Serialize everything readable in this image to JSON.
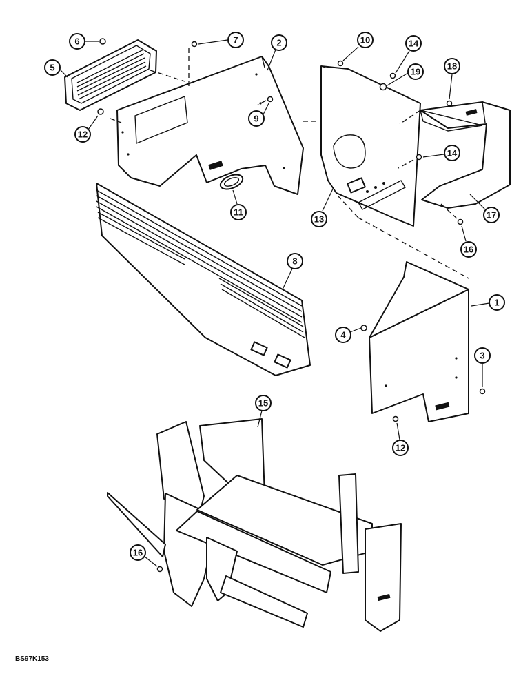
{
  "figure_code": "BS97K153",
  "callouts": [
    {
      "id": "c6",
      "label": "6"
    },
    {
      "id": "c5",
      "label": "5"
    },
    {
      "id": "c12a",
      "label": "12"
    },
    {
      "id": "c7",
      "label": "7"
    },
    {
      "id": "c2",
      "label": "2"
    },
    {
      "id": "c9",
      "label": "9"
    },
    {
      "id": "c11",
      "label": "11"
    },
    {
      "id": "c10",
      "label": "10"
    },
    {
      "id": "c14a",
      "label": "14"
    },
    {
      "id": "c19",
      "label": "19"
    },
    {
      "id": "c18",
      "label": "18"
    },
    {
      "id": "c14b",
      "label": "14"
    },
    {
      "id": "c13",
      "label": "13"
    },
    {
      "id": "c17",
      "label": "17"
    },
    {
      "id": "c16a",
      "label": "16"
    },
    {
      "id": "c8",
      "label": "8"
    },
    {
      "id": "c1",
      "label": "1"
    },
    {
      "id": "c4",
      "label": "4"
    },
    {
      "id": "c3",
      "label": "3"
    },
    {
      "id": "c12b",
      "label": "12"
    },
    {
      "id": "c15",
      "label": "15"
    },
    {
      "id": "c16b",
      "label": "16"
    }
  ]
}
